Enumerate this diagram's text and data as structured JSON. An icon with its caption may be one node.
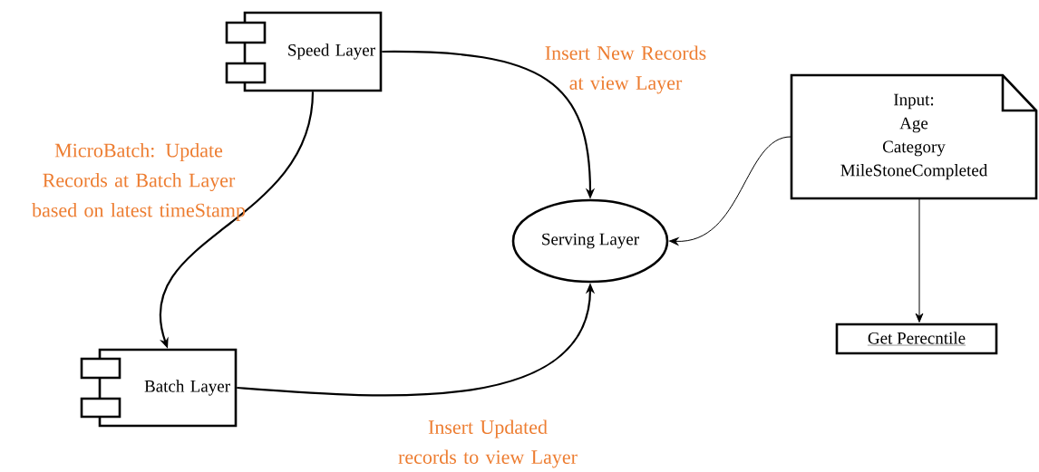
{
  "diagram": {
    "nodes": [
      {
        "text": [
          "Speed Layer"
        ]
      },
      {
        "text": [
          "Serving Layer"
        ]
      },
      {
        "text": [
          "Input:",
          "Age",
          "Category",
          "MileStoneCompleted"
        ]
      },
      {
        "text": [
          "Get Perecntile"
        ]
      },
      {
        "text": [
          "Batch Layer"
        ]
      }
    ],
    "edges": [
      {
        "from": 0,
        "to": 4,
        "arrow": "to",
        "label": "MicroBatch: Update Records at Batch Layer based on latest timeStamp"
      },
      {
        "from": 0,
        "to": 1,
        "arrow": "to",
        "label": "Insert New Records at view Layer"
      },
      {
        "from": 4,
        "to": 1,
        "arrow": "to",
        "label": "Insert Updated records to view Layer"
      },
      {
        "from": 2,
        "to": 1,
        "arrow": "to"
      },
      {
        "from": 2,
        "to": 3,
        "arrow": "to"
      }
    ]
  }
}
